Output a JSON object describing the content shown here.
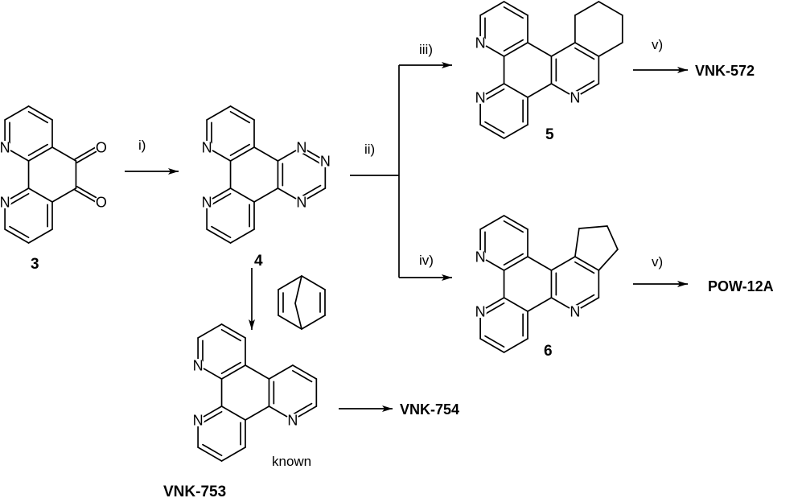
{
  "atoms": {
    "N": "N",
    "O": "O"
  },
  "reagents": {
    "i": "i)",
    "ii": "ii)",
    "iii": "iii)",
    "iv": "iv)",
    "v_top": "v)",
    "v_bottom": "v)"
  },
  "compounds": {
    "c3": "3",
    "c4": "4",
    "c5": "5",
    "c6": "6",
    "vnk753": "VNK-753"
  },
  "products": {
    "vnk572": "VNK-572",
    "pow12a": "POW-12A",
    "vnk754": "VNK-754"
  },
  "notes": {
    "known": "known"
  },
  "colors": {
    "ink": "#000000",
    "background": "#ffffff"
  }
}
